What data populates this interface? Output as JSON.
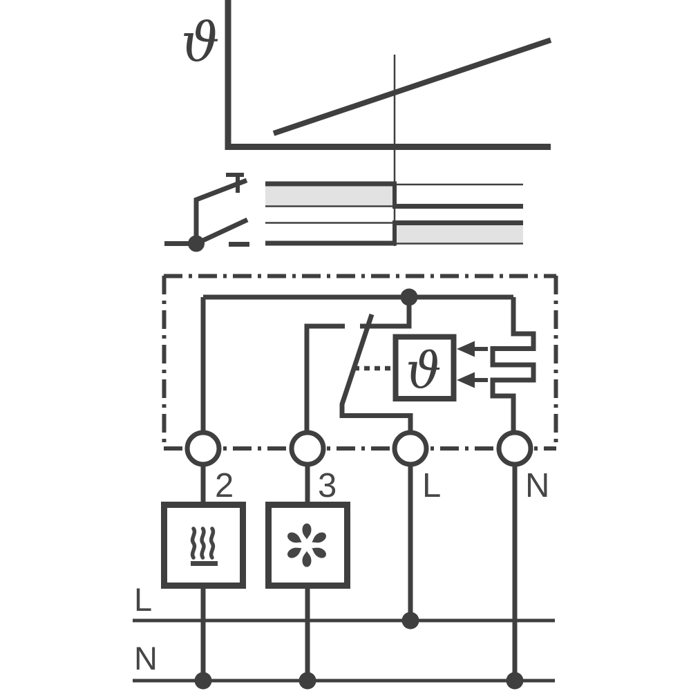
{
  "diagram": {
    "description": "Thermostat function diagram and wiring schematic",
    "colors": {
      "line": "#3f3f3f",
      "band_fill": "#e2e2e2",
      "background": "#ffffff"
    },
    "graph": {
      "y_axis_label": "ϑ",
      "curve": "rising temperature line",
      "marker": "vertical switching-point line"
    },
    "switching_bands": {
      "row_top": "closed before switching point, open after",
      "row_bottom": "open before switching point, closed after"
    },
    "sensor": {
      "label": "ϑ"
    },
    "terminals": [
      {
        "label": "2"
      },
      {
        "label": "3"
      },
      {
        "label": "L"
      },
      {
        "label": "N"
      }
    ],
    "buses": {
      "live": {
        "label": "L"
      },
      "neutral": {
        "label": "N"
      }
    },
    "icons": {
      "heater": "heater-icon",
      "fan": "fan-icon",
      "sensor_arrows": "arrow-left-icon",
      "switch": "changeover-switch-icon",
      "sensing_element": "meander-sensor-icon"
    }
  }
}
